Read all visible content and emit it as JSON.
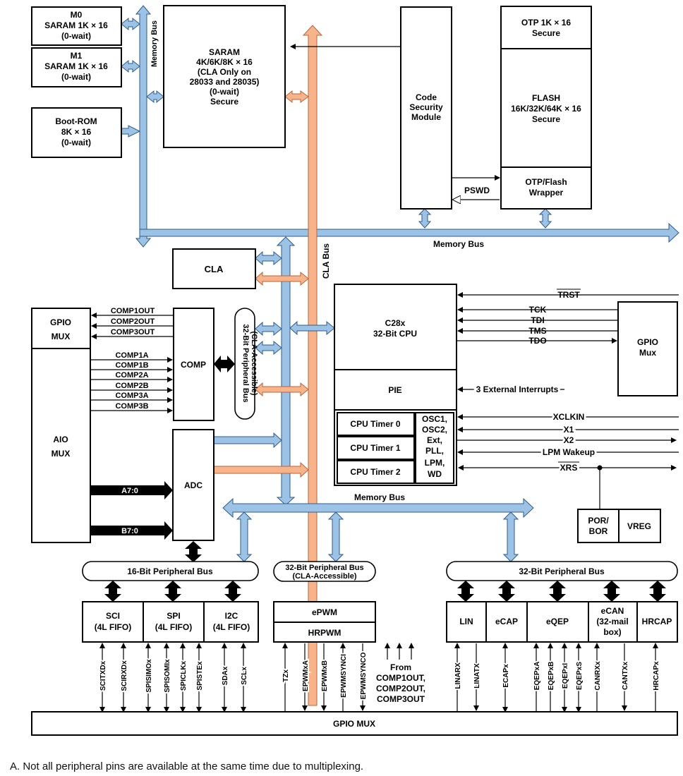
{
  "memory": {
    "m0": [
      "M0",
      "SARAM 1K × 16",
      "(0-wait)"
    ],
    "m1": [
      "M1",
      "SARAM 1K × 16",
      "(0-wait)"
    ],
    "boot": [
      "Boot-ROM",
      "8K × 16",
      "(0-wait)"
    ],
    "saram": [
      "SARAM",
      "4K/6K/8K × 16",
      "(CLA Only on",
      "28033 and 28035)",
      "(0-wait)",
      "Secure"
    ],
    "csm": [
      "Code",
      "Security",
      "Module"
    ],
    "otp": [
      "OTP 1K × 16",
      "Secure"
    ],
    "flash": [
      "FLASH",
      "16K/32K/64K × 16",
      "Secure"
    ],
    "wrapper": [
      "OTP/Flash",
      "Wrapper"
    ],
    "pswd": "PSWD"
  },
  "buses": {
    "memory_bus_vertical": "Memory Bus",
    "memory_bus": "Memory Bus",
    "memory_bus_lower": "Memory Bus",
    "cla_bus": "CLA Bus",
    "periph32_cla": [
      "32-Bit Peripheral Bus",
      "(CLA-Accessible)"
    ],
    "periph16": "16-Bit Peripheral Bus",
    "periph32_cla_bottom": [
      "32-Bit Peripheral Bus",
      "(CLA-Accessible)"
    ],
    "periph32_right": "32-Bit Peripheral Bus"
  },
  "cla": "CLA",
  "gpio_mux_left": [
    "GPIO",
    "MUX"
  ],
  "aio_mux": [
    "AIO",
    "MUX"
  ],
  "comp": "COMP",
  "adc": "ADC",
  "comp_outs": [
    "COMP1OUT",
    "COMP2OUT",
    "COMP3OUT"
  ],
  "comp_ins": [
    "COMP1A",
    "COMP1B",
    "COMP2A",
    "COMP2B",
    "COMP3A",
    "COMP3B"
  ],
  "adc_inputs": [
    "A7:0",
    "B7:0"
  ],
  "cpu": {
    "core": [
      "C28x",
      "32-Bit CPU"
    ],
    "pie": "PIE",
    "timers": [
      "CPU Timer 0",
      "CPU Timer 1",
      "CPU Timer 2"
    ],
    "osc": [
      "OSC1,",
      "OSC2,",
      "Ext,",
      "PLL,",
      "LPM,",
      "WD"
    ]
  },
  "gpio_mux_right": [
    "GPIO",
    "Mux"
  ],
  "jtag": [
    "TRST",
    "TCK",
    "TDI",
    "TMS",
    "TDO"
  ],
  "external_interrupts": "3 External Interrupts",
  "clock_signals": [
    "XCLKIN",
    "X1",
    "X2",
    "LPM Wakeup",
    "XRS"
  ],
  "por_bor": [
    "POR/",
    "BOR"
  ],
  "vreg": "VREG",
  "peripherals": {
    "sci": [
      "SCI",
      "(4L FIFO)"
    ],
    "spi": [
      "SPI",
      "(4L FIFO)"
    ],
    "i2c": [
      "I2C",
      "(4L FIFO)"
    ],
    "epwm": "ePWM",
    "hrpwm": "HRPWM",
    "lin": "LIN",
    "ecap": "eCAP",
    "eqep": "eQEP",
    "ecan": [
      "eCAN",
      "(32-mail",
      "box)"
    ],
    "hrcap": "HRCAP"
  },
  "pins": {
    "sci": [
      "SCITXDx",
      "SCIRXDx"
    ],
    "spi": [
      "SPISIMOx",
      "SPISOMIx",
      "SPICLKx",
      "SPISTEx"
    ],
    "i2c": [
      "SDAx",
      "SCLx"
    ],
    "epwm": [
      "TZx",
      "EPWMxA",
      "EPWMxB",
      "EPWMSYNCI",
      "EPWMSYNCO"
    ],
    "from_comp": [
      "From",
      "COMP1OUT,",
      "COMP2OUT,",
      "COMP3OUT"
    ],
    "lin": [
      "LINARX",
      "LINATX"
    ],
    "ecap": [
      "ECAPx"
    ],
    "eqep": [
      "EQEPxA",
      "EQEPxB",
      "EQEPxI",
      "EQEPxS"
    ],
    "ecan": [
      "CANRXx",
      "CANTXx"
    ],
    "hrcap": [
      "HRCAPx"
    ]
  },
  "gpio_mux_bottom": "GPIO MUX",
  "footnote": "A.    Not all peripheral pins are available at the same time due to multiplexing."
}
